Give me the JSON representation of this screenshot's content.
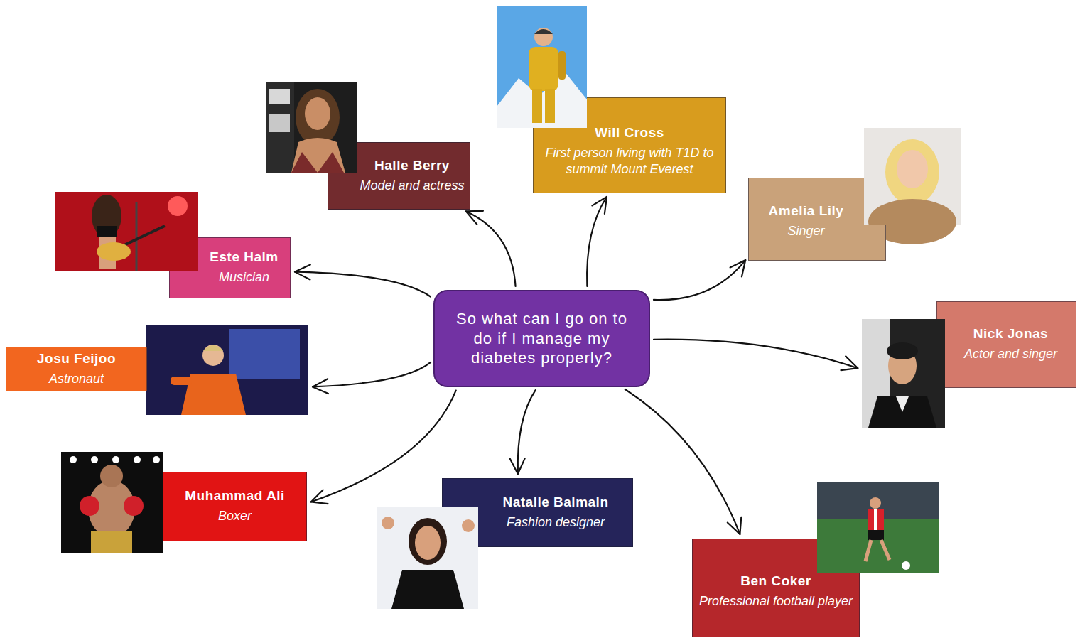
{
  "diagram": {
    "nodes": [
      {
        "text": [
          "So what can I go on to do if I manage my diabetes properly?"
        ]
      },
      {
        "text": [
          "Halle Berry",
          "Model and actress"
        ]
      },
      {
        "text": [
          "Will Cross",
          "First person living with T1D to summit Mount Everest"
        ]
      },
      {
        "text": [
          "Amelia Lily",
          "Singer"
        ]
      },
      {
        "text": [
          "Este Haim",
          "Musician"
        ]
      },
      {
        "text": [
          "Josu Feijoo",
          "Astronaut"
        ]
      },
      {
        "text": [
          "Nick Jonas",
          "Actor and singer"
        ]
      },
      {
        "text": [
          "Muhammad Ali",
          "Boxer"
        ]
      },
      {
        "text": [
          "Natalie Balmain",
          "Fashion designer"
        ]
      },
      {
        "text": [
          "Ben Coker",
          "Professional football player"
        ]
      }
    ],
    "edges": [
      {
        "from": 0,
        "to": 1,
        "arrow": "to"
      },
      {
        "from": 0,
        "to": 2,
        "arrow": "to"
      },
      {
        "from": 0,
        "to": 3,
        "arrow": "to"
      },
      {
        "from": 0,
        "to": 4,
        "arrow": "to"
      },
      {
        "from": 0,
        "to": 5,
        "arrow": "to"
      },
      {
        "from": 0,
        "to": 6,
        "arrow": "to"
      },
      {
        "from": 0,
        "to": 7,
        "arrow": "to"
      },
      {
        "from": 0,
        "to": 8,
        "arrow": "to"
      },
      {
        "from": 0,
        "to": 9,
        "arrow": "to"
      }
    ]
  }
}
